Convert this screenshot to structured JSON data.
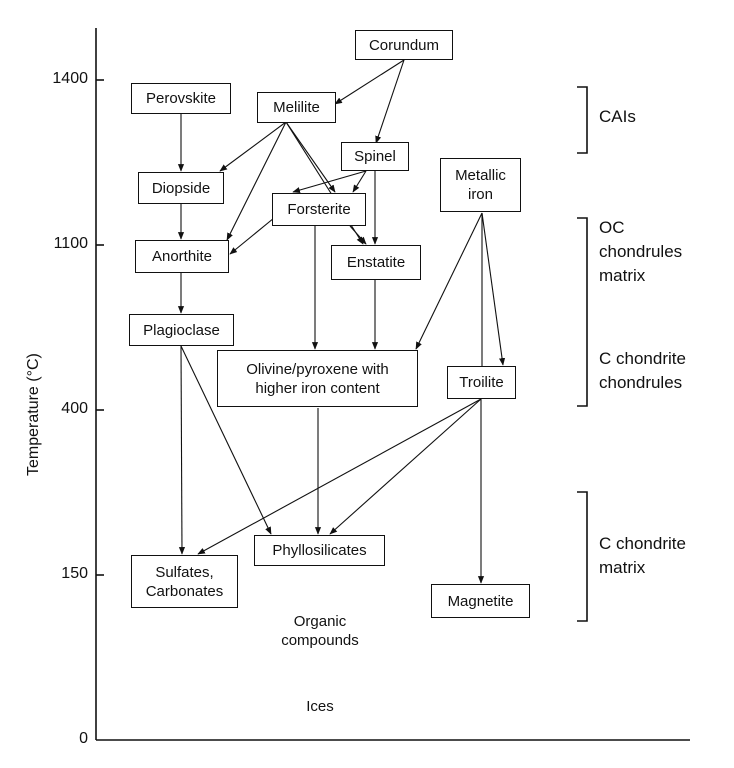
{
  "axis": {
    "title": "Temperature (°C)",
    "ticks": [
      "1400",
      "1100",
      "400",
      "150",
      "0"
    ]
  },
  "minerals": {
    "corundum": "Corundum",
    "perovskite": "Perovskite",
    "melilite": "Melilite",
    "spinel": "Spinel",
    "metallic_iron_line1": "Metallic",
    "metallic_iron_line2": "iron",
    "diopside": "Diopside",
    "forsterite": "Forsterite",
    "anorthite": "Anorthite",
    "enstatite": "Enstatite",
    "plagioclase": "Plagioclase",
    "olivine_line1": "Olivine/pyroxene with",
    "olivine_line2": "higher iron content",
    "troilite": "Troilite",
    "phyllosilicates": "Phyllosilicates",
    "sulfates_line1": "Sulfates,",
    "sulfates_line2": "Carbonates",
    "magnetite": "Magnetite"
  },
  "unboxed": {
    "organic_line1": "Organic",
    "organic_line2": "compounds",
    "ices": "Ices"
  },
  "regions": {
    "cais": "CAIs",
    "oc_line1": "OC",
    "oc_line2": "chondrules",
    "oc_line3": "matrix",
    "cchond_line1": "C chondrite",
    "cchond_line2": "chondrules",
    "cmatrix_line1": "C chondrite",
    "cmatrix_line2": "matrix"
  }
}
